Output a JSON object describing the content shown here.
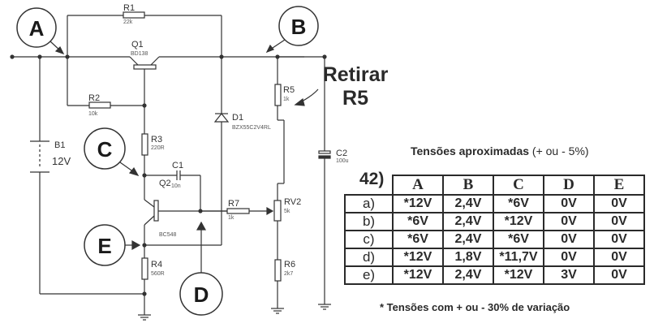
{
  "schematic": {
    "components": {
      "R1": {
        "name": "R1",
        "value": "22k"
      },
      "R2": {
        "name": "R2",
        "value": "10k"
      },
      "R3": {
        "name": "R3",
        "value": "220R"
      },
      "R4": {
        "name": "R4",
        "value": "560R"
      },
      "R5": {
        "name": "R5",
        "value": "1k"
      },
      "R6": {
        "name": "R6",
        "value": "2k7"
      },
      "R7": {
        "name": "R7",
        "value": "1k"
      },
      "RV2": {
        "name": "RV2",
        "value": "5k"
      },
      "Q1": {
        "name": "Q1",
        "value": "BD138"
      },
      "Q2": {
        "name": "Q2",
        "value": "BC548"
      },
      "D1": {
        "name": "D1",
        "value": "BZX55C2V4RL"
      },
      "C1": {
        "name": "C1",
        "value": "10n"
      },
      "C2": {
        "name": "C2",
        "value": "100u"
      },
      "B1": {
        "name": "B1",
        "value": "12V"
      }
    },
    "test_points": [
      "A",
      "B",
      "C",
      "D",
      "E"
    ],
    "annotation": "Retirar R5"
  },
  "table": {
    "title": "Tensões aproximadas",
    "title_note": "(+ ou - 5%)",
    "question": "42)",
    "columns": [
      "A",
      "B",
      "C",
      "D",
      "E"
    ],
    "rows": [
      {
        "label": "a)",
        "values": [
          "*12V",
          "2,4V",
          "*6V",
          "0V",
          "0V"
        ]
      },
      {
        "label": "b)",
        "values": [
          "*6V",
          "2,4V",
          "*12V",
          "0V",
          "0V"
        ]
      },
      {
        "label": "c)",
        "values": [
          "*6V",
          "2,4V",
          "*6V",
          "0V",
          "0V"
        ]
      },
      {
        "label": "d)",
        "values": [
          "*12V",
          "1,8V",
          "*11,7V",
          "0V",
          "0V"
        ]
      },
      {
        "label": "e)",
        "values": [
          "*12V",
          "2,4V",
          "*12V",
          "3V",
          "0V"
        ]
      }
    ],
    "footnote": "* Tensões com + ou - 30% de variação"
  }
}
